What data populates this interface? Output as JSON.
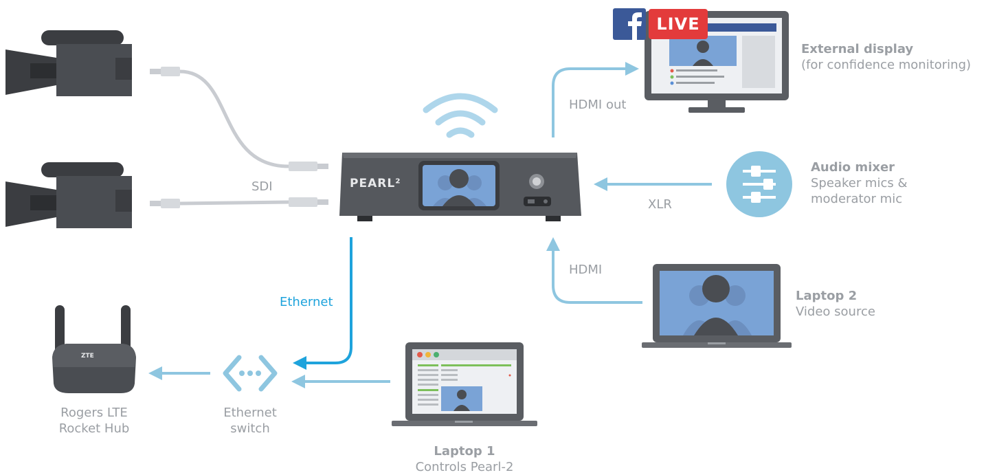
{
  "connections": {
    "sdi": "SDI",
    "ethernet": "Ethernet",
    "hdmi_out": "HDMI out",
    "xlr": "XLR",
    "hdmi_in": "HDMI"
  },
  "pearl_brand": "PEARL²",
  "live_badge": "LIVE",
  "router_brand": "ZTE",
  "nodes": {
    "external_display": {
      "title": "External display",
      "subtitle": "(for confidence monitoring)"
    },
    "audio_mixer": {
      "title": "Audio mixer",
      "line1": "Speaker mics &",
      "line2": "moderator mic"
    },
    "laptop2": {
      "title": "Laptop 2",
      "subtitle": "Video source"
    },
    "laptop1": {
      "title": "Laptop 1",
      "subtitle": "Controls Pearl-2"
    },
    "switch": {
      "line1": "Ethernet",
      "line2": "switch"
    },
    "lte": {
      "line1": "Rogers LTE",
      "line2": "Rocket Hub"
    }
  },
  "colors": {
    "arrow": "#8ec6e0",
    "ethernet": "#1ea3dc",
    "device": "#4a4d52",
    "screen": "#7aa3d6",
    "cable": "#c9ccd1",
    "facebook": "#3b5998",
    "live": "#e33b3b"
  }
}
